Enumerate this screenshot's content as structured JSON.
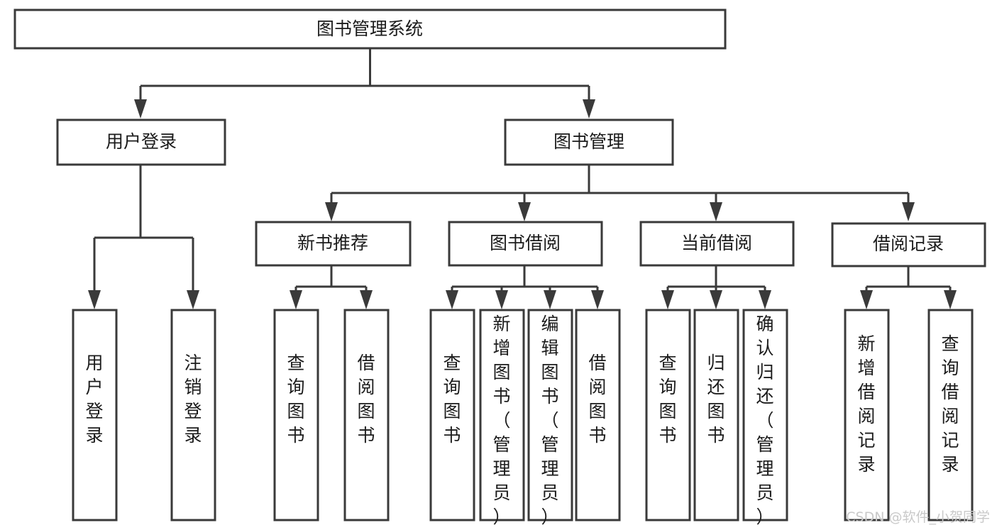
{
  "diagram": {
    "type": "tree-hierarchy-flowchart",
    "title": "图书管理系统",
    "orientation": "top-down",
    "nodes": {
      "root": {
        "label": "图书管理系统",
        "level": 1,
        "text_orientation": "horizontal"
      },
      "level2": [
        {
          "id": "user-login",
          "label": "用户登录",
          "text_orientation": "horizontal"
        },
        {
          "id": "book-manage",
          "label": "图书管理",
          "text_orientation": "horizontal"
        }
      ],
      "level3": [
        {
          "id": "new-book-recommend",
          "label": "新书推荐",
          "parent": "book-manage",
          "text_orientation": "horizontal"
        },
        {
          "id": "book-borrow",
          "label": "图书借阅",
          "parent": "book-manage",
          "text_orientation": "horizontal"
        },
        {
          "id": "current-borrow",
          "label": "当前借阅",
          "parent": "book-manage",
          "text_orientation": "horizontal"
        },
        {
          "id": "borrow-record",
          "label": "借阅记录",
          "parent": "book-manage",
          "text_orientation": "horizontal"
        }
      ],
      "leaves": [
        {
          "id": "leaf-user-login",
          "label": "用户登录",
          "parent": "user-login",
          "text_orientation": "vertical"
        },
        {
          "id": "leaf-user-logout",
          "label": "注销登录",
          "parent": "user-login",
          "text_orientation": "vertical"
        },
        {
          "id": "leaf-query-book-1",
          "label": "查询图书",
          "parent": "new-book-recommend",
          "text_orientation": "vertical"
        },
        {
          "id": "leaf-borrow-book-1",
          "label": "借阅图书",
          "parent": "new-book-recommend",
          "text_orientation": "vertical"
        },
        {
          "id": "leaf-query-book-2",
          "label": "查询图书",
          "parent": "book-borrow",
          "text_orientation": "vertical"
        },
        {
          "id": "leaf-add-book",
          "label": "新增图书（管理员）",
          "parent": "book-borrow",
          "text_orientation": "vertical"
        },
        {
          "id": "leaf-edit-book",
          "label": "编辑图书（管理员）",
          "parent": "book-borrow",
          "text_orientation": "vertical"
        },
        {
          "id": "leaf-borrow-book-2",
          "label": "借阅图书",
          "parent": "book-borrow",
          "text_orientation": "vertical"
        },
        {
          "id": "leaf-query-book-3",
          "label": "查询图书",
          "parent": "current-borrow",
          "text_orientation": "vertical"
        },
        {
          "id": "leaf-return-book",
          "label": "归还图书",
          "parent": "current-borrow",
          "text_orientation": "vertical"
        },
        {
          "id": "leaf-confirm-return",
          "label": "确认归还（管理员）",
          "parent": "current-borrow",
          "text_orientation": "vertical"
        },
        {
          "id": "leaf-add-record",
          "label": "新增借阅记录",
          "parent": "borrow-record",
          "text_orientation": "vertical"
        },
        {
          "id": "leaf-query-record",
          "label": "查询借阅记录",
          "parent": "borrow-record",
          "text_orientation": "vertical"
        }
      ]
    },
    "colors": {
      "background": "#ffffff",
      "box_fill": "#ffffff",
      "box_stroke": "#3a3a3a",
      "text": "#1b1b1b",
      "watermark": "#c9c9c9"
    }
  },
  "watermark": {
    "text": "CSDN @软件_小贺同学"
  }
}
